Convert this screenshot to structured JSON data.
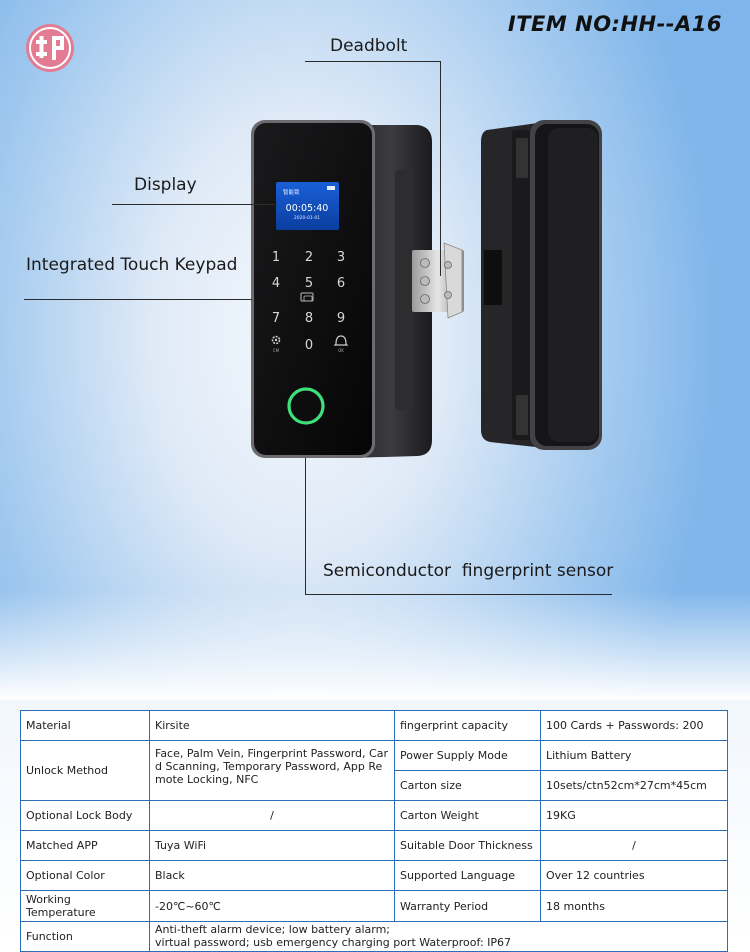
{
  "header": {
    "item_no": "ITEM NO:HH--A16",
    "logo": "brand-seal-logo"
  },
  "device_screen": {
    "status": "智能锁",
    "time": "00:05:40",
    "date": "2020-01-01"
  },
  "keypad": {
    "keys": [
      "1",
      "2",
      "3",
      "4",
      "5",
      "6",
      "7",
      "8",
      "9",
      "0"
    ],
    "setting_caption": "CM",
    "bell_caption": "OK"
  },
  "callouts": {
    "deadbolt": "Deadbolt",
    "display": "Display",
    "keypad": "Integrated Touch Keypad",
    "fingerprint": "Semiconductor  fingerprint sensor"
  },
  "specs": {
    "material_k": "Material",
    "material_v": "Kirsite",
    "fp_capacity_k": "fingerprint capacity",
    "fp_capacity_v": "100 Cards + Passwords: 200",
    "unlock_k": "Unlock Method",
    "unlock_v": "Face, Palm Vein, Fingerprint Password, Card Scanning, Temporary Password, App Remote Locking, NFC",
    "power_k": "Power Supply Mode",
    "power_v": "Lithium Battery",
    "carton_size_k": "Carton size",
    "carton_size_v": "10sets/ctn52cm*27cm*45cm",
    "lock_body_k": "Optional Lock Body",
    "lock_body_v": "/",
    "carton_weight_k": "Carton Weight",
    "carton_weight_v": "19KG",
    "app_k": "Matched APP",
    "app_v": "Tuya WiFi",
    "door_k": "Suitable Door Thickness",
    "door_v": "/",
    "color_k": "Optional Color",
    "color_v": "Black",
    "lang_k": "Supported Language",
    "lang_v": "Over 12 countries",
    "temp_k": "Working Temperature",
    "temp_v": "-20℃~60℃",
    "warranty_k": "Warranty Period",
    "warranty_v": "18 months",
    "function_k": "Function",
    "function_v1": "Anti-theft alarm device; low battery alarm;",
    "function_v2": "virtual password; usb emergency charging port Waterproof: IP67"
  }
}
